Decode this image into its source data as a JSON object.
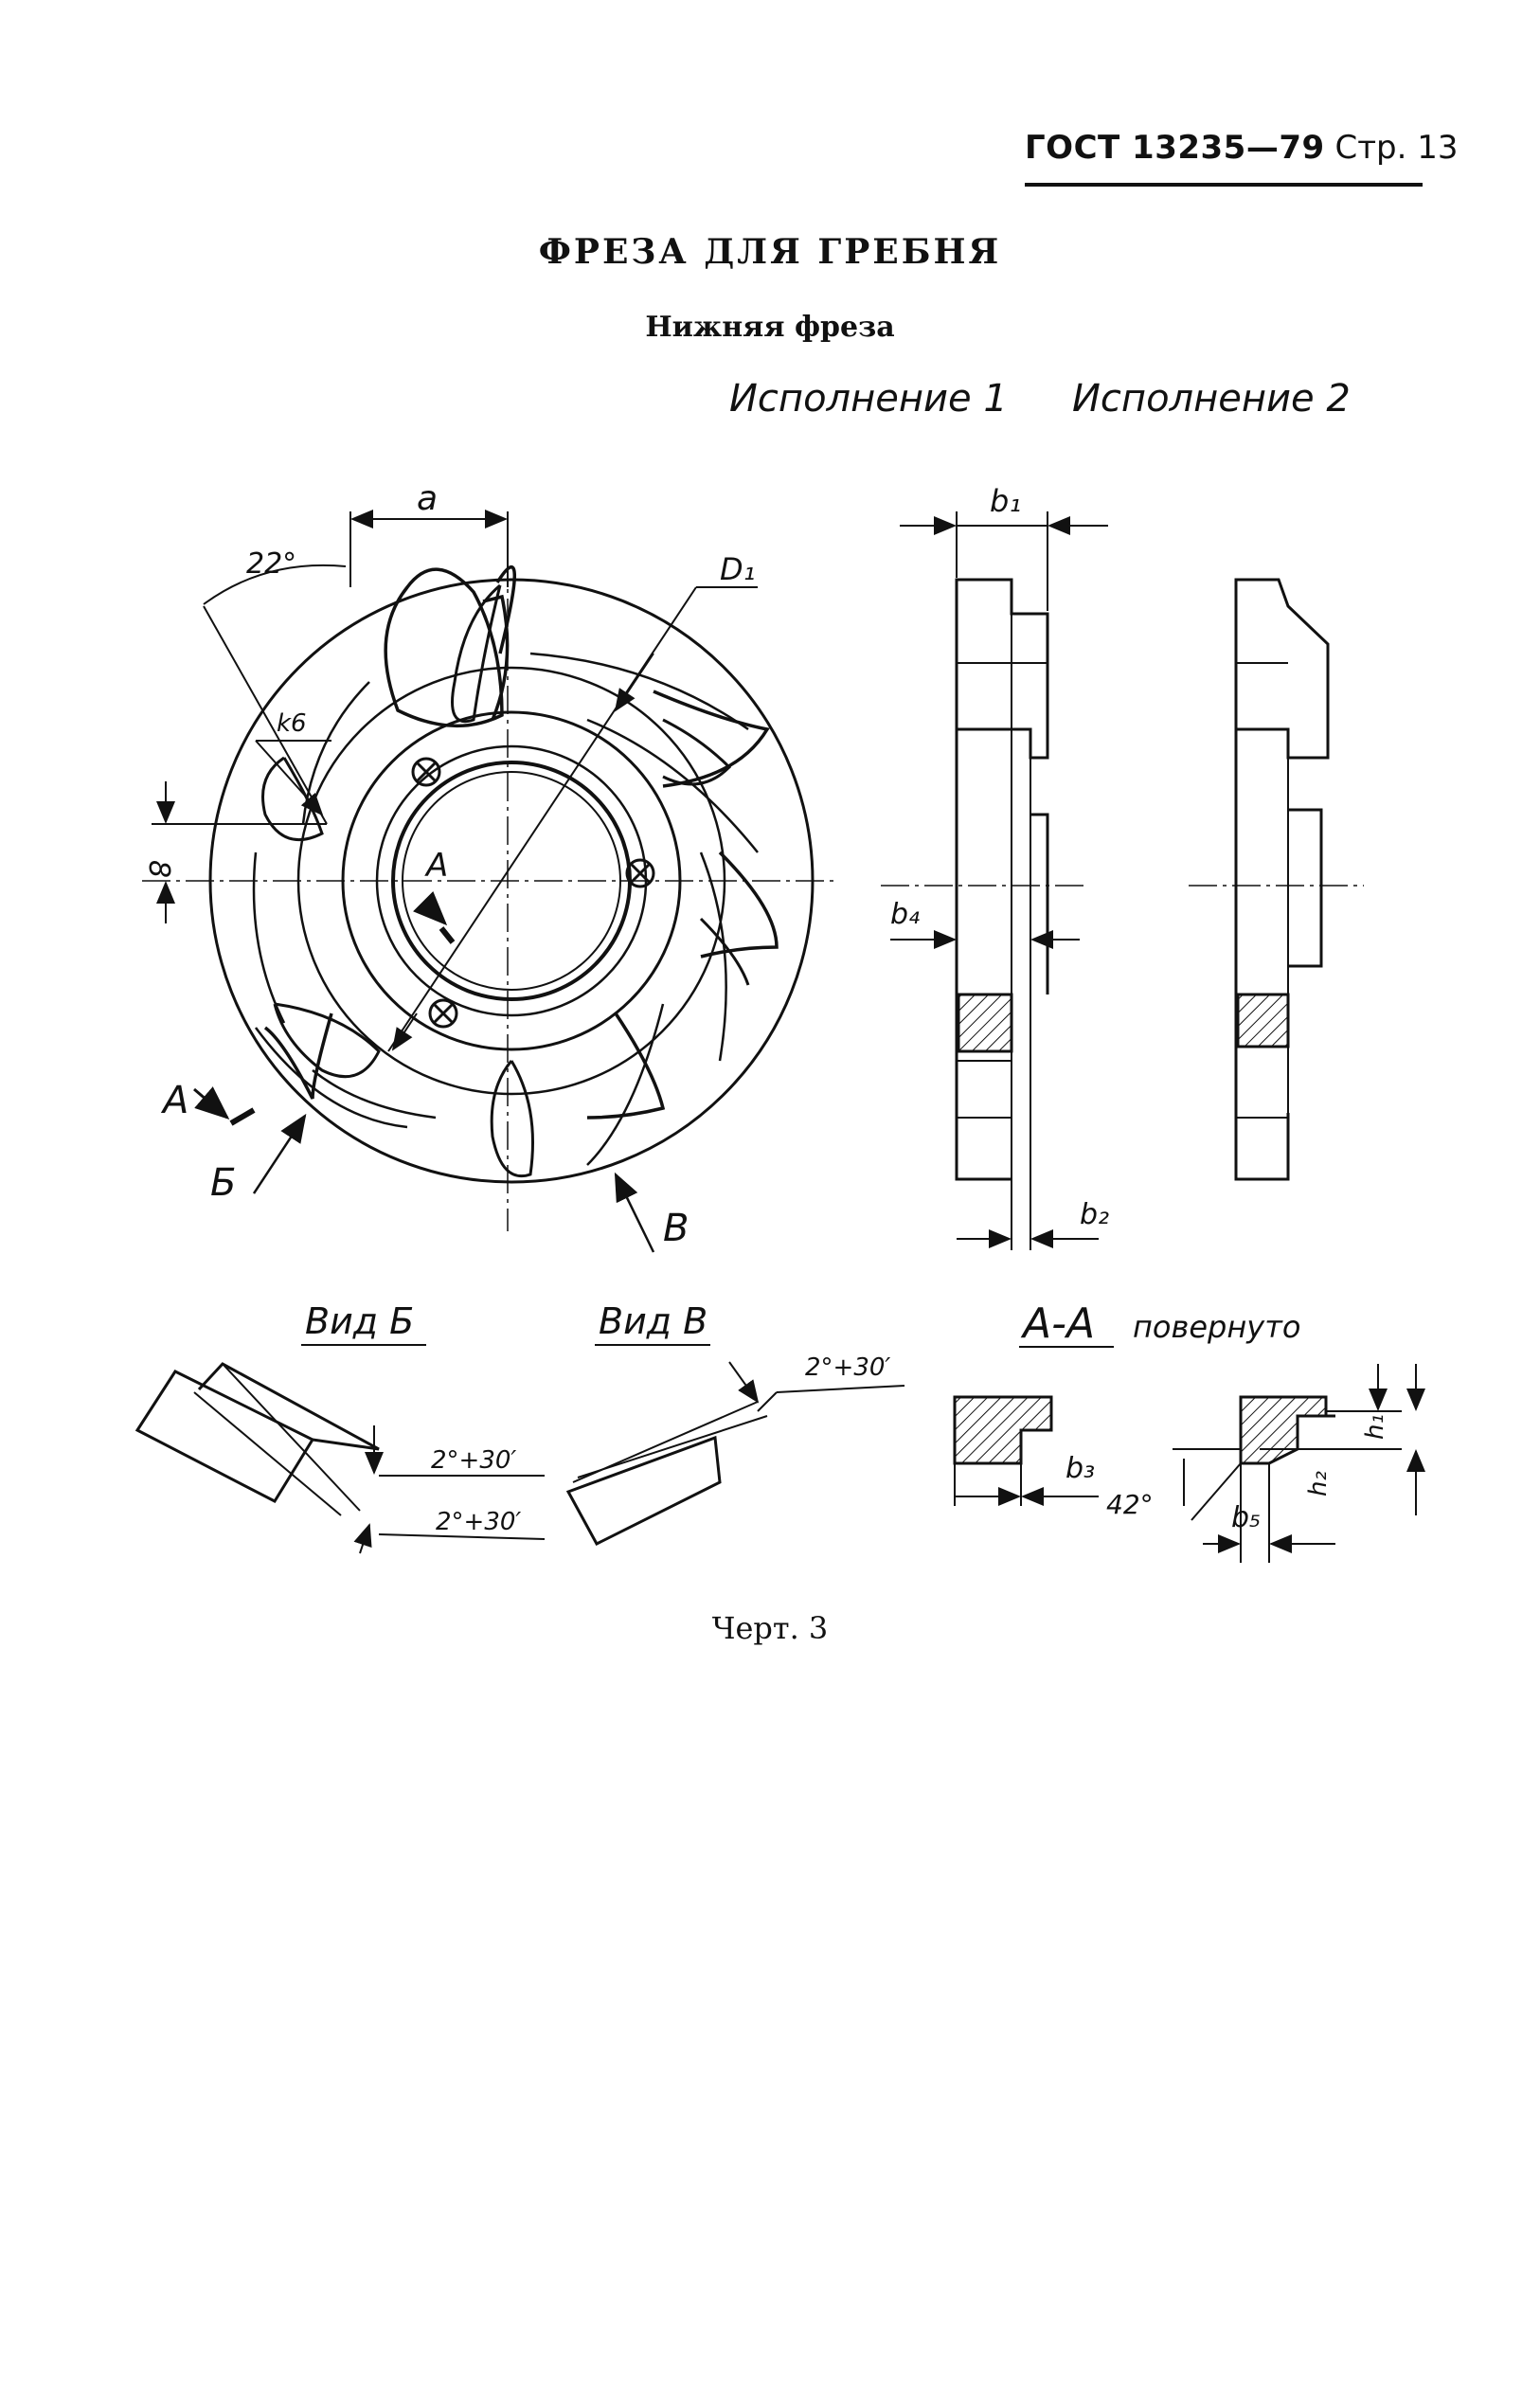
{
  "header": {
    "standard": "ГОСТ 13235—79",
    "page": "Стр. 13"
  },
  "title": "ФРЕЗА ДЛЯ ГРЕБНЯ",
  "subtitle": "Нижняя фреза",
  "variants": [
    "Исполнение 1",
    "Исполнение 2"
  ],
  "views": {
    "view_b": "Вид Б",
    "view_v": "Вид В",
    "section_aa": "А-А",
    "section_rotated": "повернуто"
  },
  "dimensions": {
    "a": "a",
    "angle_22": "22°",
    "D1": "D₁",
    "k6": "k6",
    "eight": "8",
    "b1": "b₁",
    "b2": "b₂",
    "b3": "b₃",
    "b4": "b₄",
    "b5": "b₅",
    "h1": "h₁",
    "h2": "h₂",
    "angle_42": "42°",
    "angle_2_30_a": "2°+30′",
    "angle_2_30_b": "2°+30′",
    "angle_2_30_c": "2°+30′"
  },
  "markers": {
    "A_inner": "А",
    "A_outer": "А",
    "B": "Б",
    "V": "В"
  },
  "caption": "Черт. 3"
}
